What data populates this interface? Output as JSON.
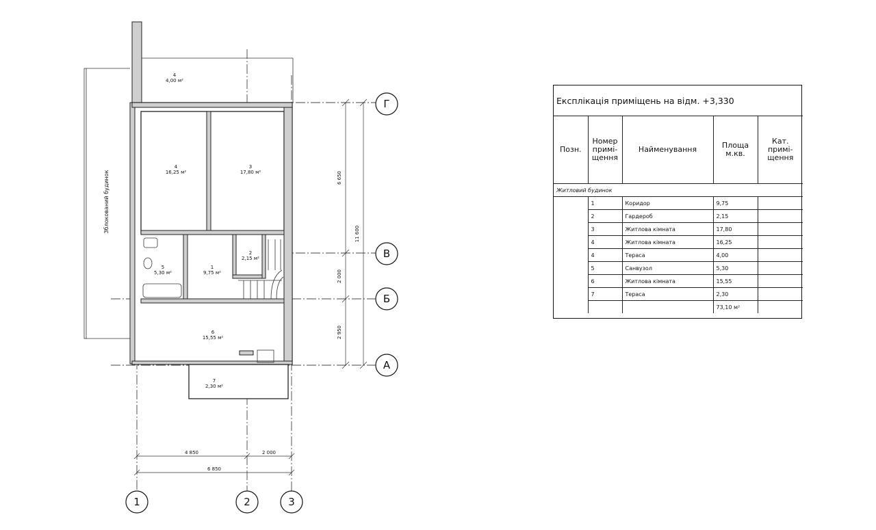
{
  "plan": {
    "side_label": "Зблокований будинок",
    "rooms": [
      {
        "number": "4",
        "area": "4,00 м²"
      },
      {
        "number": "4",
        "area": "16,25 м²"
      },
      {
        "number": "3",
        "area": "17,80 м²"
      },
      {
        "number": "2",
        "area": "2,15 м²"
      },
      {
        "number": "5",
        "area": "5,30 м²"
      },
      {
        "number": "1",
        "area": "9,75 м²"
      },
      {
        "number": "6",
        "area": "15,55 м²"
      },
      {
        "number": "7",
        "area": "2,30 м²"
      }
    ],
    "axes_letters": [
      "Г",
      "В",
      "Б",
      "А"
    ],
    "axes_numbers": [
      "1",
      "2",
      "3"
    ],
    "dimensions_vertical": [
      "6 650",
      "2 000",
      "2 950",
      "11 600"
    ],
    "dimensions_horizontal": [
      "4 850",
      "2 000",
      "6 850"
    ]
  },
  "explication": {
    "title": "Експлікація приміщень на відм. +3,330",
    "headers": {
      "pos": "Позн.",
      "room_number": "Номер примі-щення",
      "name": "Найменування",
      "area": "Площа м.кв.",
      "category": "Кат. примі-щення"
    },
    "group": "Житловий будинок",
    "rows": [
      {
        "num": "1",
        "name": "Коридор",
        "area": "9,75"
      },
      {
        "num": "2",
        "name": "Гардероб",
        "area": "2,15"
      },
      {
        "num": "3",
        "name": "Житлова кімната",
        "area": "17,80"
      },
      {
        "num": "4",
        "name": "Житлова кімната",
        "area": "16,25"
      },
      {
        "num": "4",
        "name": "Тераса",
        "area": "4,00"
      },
      {
        "num": "5",
        "name": "Санвузол",
        "area": "5,30"
      },
      {
        "num": "6",
        "name": "Житлова кімната",
        "area": "15,55"
      },
      {
        "num": "7",
        "name": "Тераса",
        "area": "2,30"
      }
    ],
    "total": "73,10 м²"
  }
}
